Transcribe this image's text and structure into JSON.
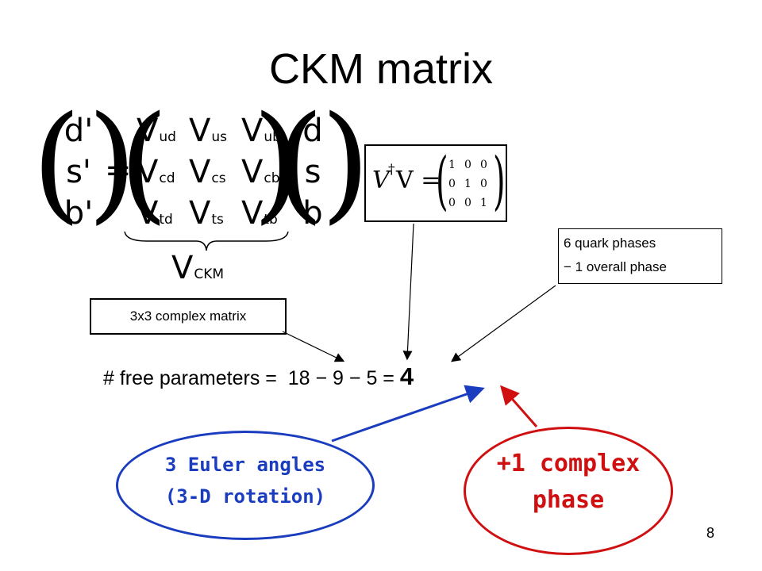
{
  "title": "CKM matrix",
  "matrix_equation": {
    "lhs": [
      "d'",
      "s'",
      "b'"
    ],
    "equals": "=",
    "V": "V",
    "elements": [
      [
        "ud",
        "us",
        "ub"
      ],
      [
        "cd",
        "cs",
        "cb"
      ],
      [
        "td",
        "ts",
        "tb"
      ]
    ],
    "rhs": [
      "d",
      "s",
      "b"
    ],
    "label_V": "V",
    "label_sub": "CKM"
  },
  "unitarity": {
    "lhs": "V",
    "dagger": "†",
    "lhs2": "V =",
    "identity": [
      [
        "1",
        "0",
        "0"
      ],
      [
        "0",
        "1",
        "0"
      ],
      [
        "0",
        "0",
        "1"
      ]
    ]
  },
  "callouts": {
    "complex_matrix": "3x3 complex matrix",
    "phases_line1": "6 quark phases",
    "phases_line2": "− 1 overall phase"
  },
  "params": {
    "text": "# free parameters =  18 − 9 − 5 = ",
    "result": "4"
  },
  "ovals": {
    "euler_line1": "3 Euler angles",
    "euler_line2": "(3-D rotation)",
    "phase_line1": "+1 complex",
    "phase_line2": "phase"
  },
  "colors": {
    "blue": "#1a3cbe",
    "red": "#d01010"
  },
  "page_number": "8"
}
